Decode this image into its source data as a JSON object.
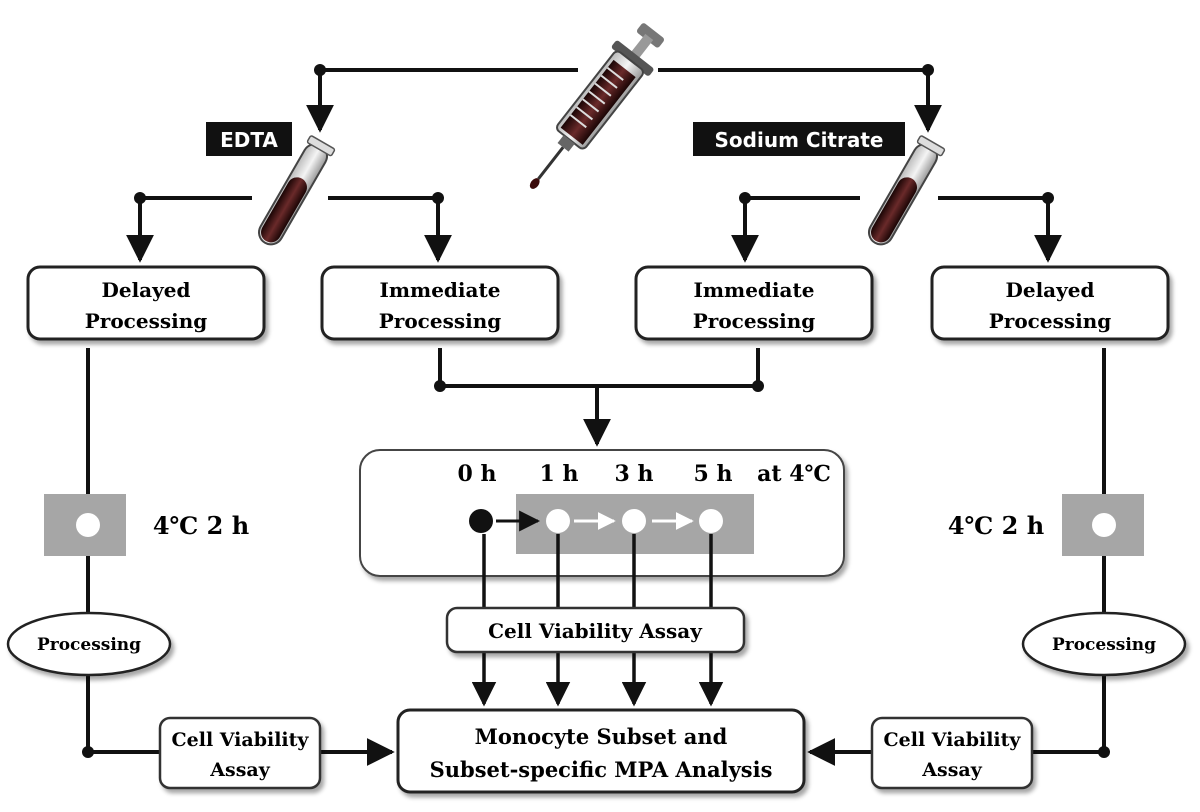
{
  "labels": {
    "edta": "EDTA",
    "sodium_citrate": "Sodium Citrate"
  },
  "boxes": {
    "left_delayed": [
      "Delayed",
      "Processing"
    ],
    "left_immediate": [
      "Immediate",
      "Processing"
    ],
    "right_immediate": [
      "Immediate",
      "Processing"
    ],
    "right_delayed": [
      "Delayed",
      "Processing"
    ],
    "center_viability": "Cell Viability Assay",
    "left_viability": [
      "Cell Viability",
      "Assay"
    ],
    "right_viability": [
      "Cell Viability",
      "Assay"
    ],
    "final": [
      "Monocyte Subset and",
      "Subset-specific MPA Analysis"
    ]
  },
  "storage": {
    "left": "4℃  2 h",
    "right": "4℃  2 h"
  },
  "processing_ovals": {
    "left": "Processing",
    "right": "Processing"
  },
  "timeline": {
    "t0": "0 h",
    "t1": "1 h",
    "t3": "3 h",
    "t5": "5 h",
    "suffix": "at 4℃"
  },
  "colors": {
    "blood": "#3a0a0a",
    "line": "#111111",
    "gray_block": "#a6a6a6",
    "label_bg": "#111111"
  }
}
